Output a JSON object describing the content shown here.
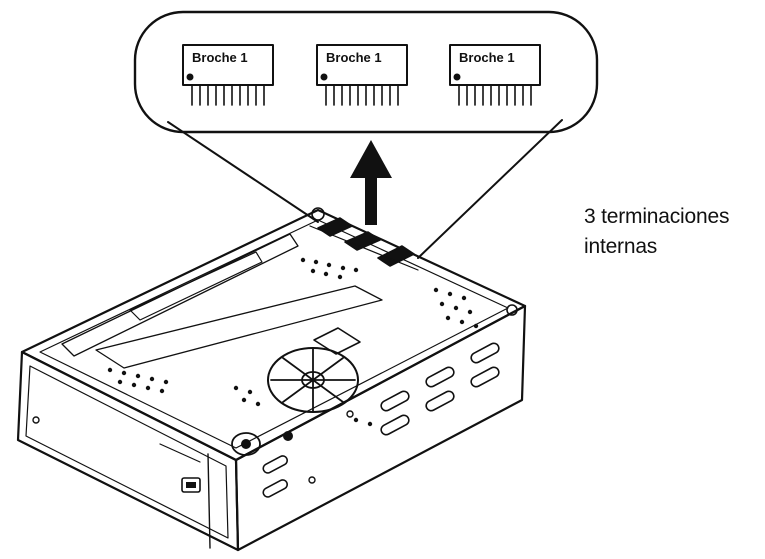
{
  "chips": [
    {
      "label": "Broche 1"
    },
    {
      "label": "Broche 1"
    },
    {
      "label": "Broche 1"
    }
  ],
  "callout": {
    "line1": "3 terminaciones",
    "line2": "internas"
  },
  "colors": {
    "ink": "#111111",
    "paper": "#ffffff"
  }
}
